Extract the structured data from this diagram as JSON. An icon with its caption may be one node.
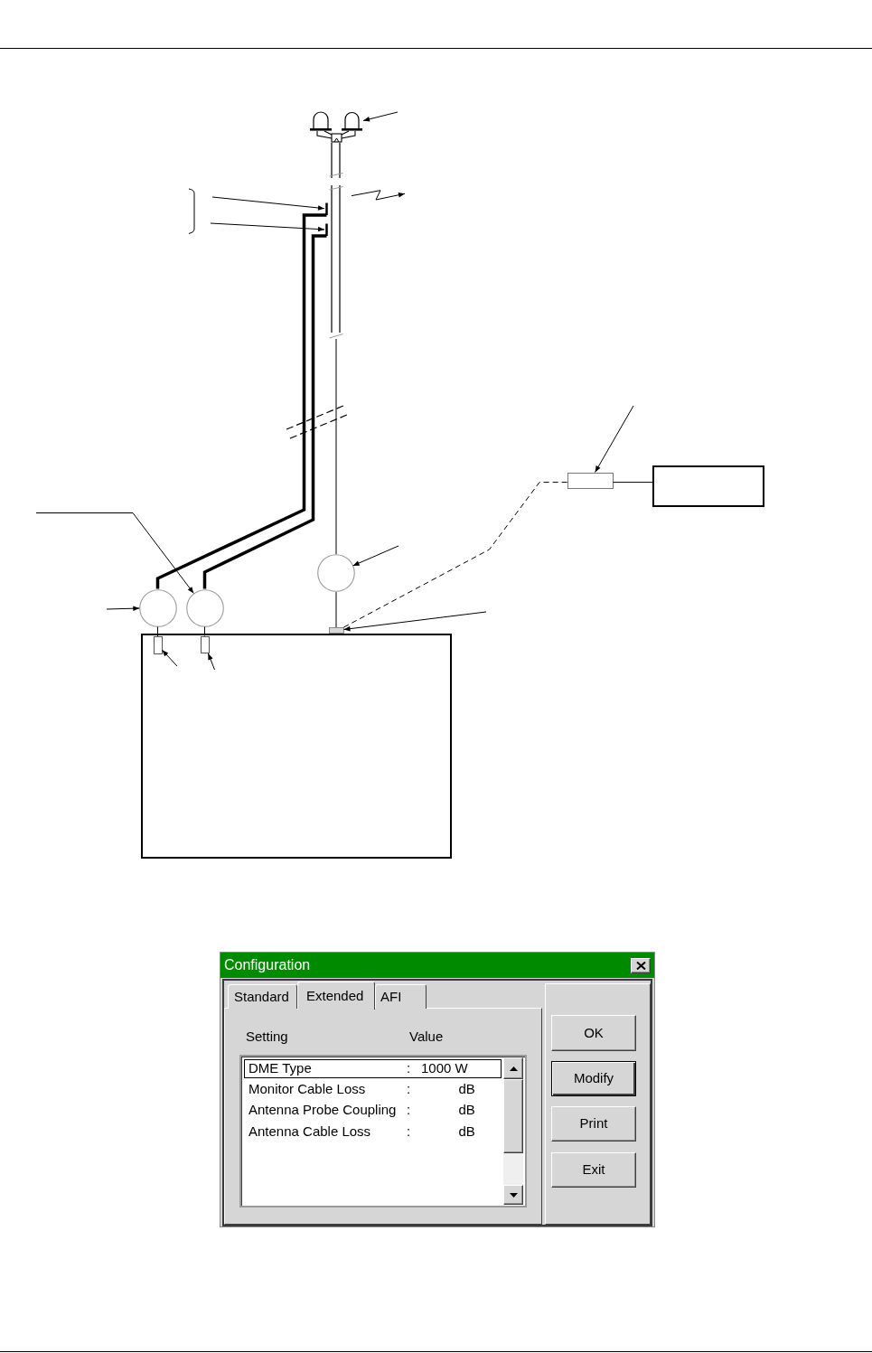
{
  "diagram": {
    "nodes": [
      {
        "text": [],
        "shape": "picture"
      },
      {
        "text": [],
        "shape": "picture"
      },
      {
        "text": [],
        "shape": "picture"
      },
      {
        "text": [],
        "shape": "picture"
      },
      {
        "text": [],
        "shape": "box"
      },
      {
        "text": [],
        "shape": "box"
      },
      {
        "text": [],
        "shape": "circle"
      },
      {
        "text": [],
        "shape": "circle"
      },
      {
        "text": [],
        "shape": "circle"
      },
      {
        "text": [],
        "shape": "box"
      },
      {
        "text": [],
        "shape": "box"
      },
      {
        "text": [],
        "shape": "box",
        "in": 10
      },
      {
        "text": [],
        "shape": "box",
        "in": 10
      },
      {
        "text": [
          "Configuration"
        ]
      },
      {
        "text": [
          "Standard"
        ],
        "in": 13
      },
      {
        "text": [
          "Extended"
        ],
        "in": 13
      },
      {
        "text": [
          "AFI"
        ],
        "in": 13
      },
      {
        "text": [
          "OK"
        ],
        "in": 13
      },
      {
        "text": [
          "Modify"
        ],
        "in": 13
      },
      {
        "text": [
          "Print"
        ],
        "in": 13
      },
      {
        "text": [
          "Exit"
        ],
        "in": 13
      }
    ],
    "edges": [
      {
        "from": null,
        "to": 0,
        "arrow": "to"
      },
      {
        "from": null,
        "to": 2,
        "arrow": "to"
      },
      {
        "from": null,
        "to": 3,
        "arrow": "to"
      },
      {
        "from": 2,
        "to": 7,
        "arrow": "none",
        "style": "thick"
      },
      {
        "from": 3,
        "to": 8,
        "arrow": "none",
        "style": "thick"
      },
      {
        "from": 1,
        "to": 6,
        "arrow": "none"
      },
      {
        "from": 6,
        "to": 9,
        "arrow": "none"
      },
      {
        "from": 7,
        "to": 11,
        "arrow": "none"
      },
      {
        "from": 8,
        "to": 12,
        "arrow": "none"
      },
      {
        "from": 9,
        "to": 4,
        "arrow": "none",
        "style": "dashed"
      },
      {
        "from": 4,
        "to": 5,
        "arrow": "none"
      },
      {
        "from": null,
        "to": 4,
        "arrow": "to"
      },
      {
        "from": null,
        "to": 8,
        "arrow": "to"
      },
      {
        "from": null,
        "to": 7,
        "arrow": "to"
      },
      {
        "from": null,
        "to": 6,
        "arrow": "to"
      },
      {
        "from": null,
        "to": 9,
        "arrow": "to"
      },
      {
        "from": null,
        "to": 11,
        "arrow": "to"
      },
      {
        "from": null,
        "to": 12,
        "arrow": "to"
      }
    ],
    "labels": [
      "Setting",
      "Value",
      "DME Type",
      ":",
      "1000 W",
      "Monitor Cable Loss",
      ":",
      "dB",
      "Antenna Probe Coupling",
      ":",
      "dB",
      "Antenna Cable Loss",
      ":",
      "dB"
    ]
  }
}
